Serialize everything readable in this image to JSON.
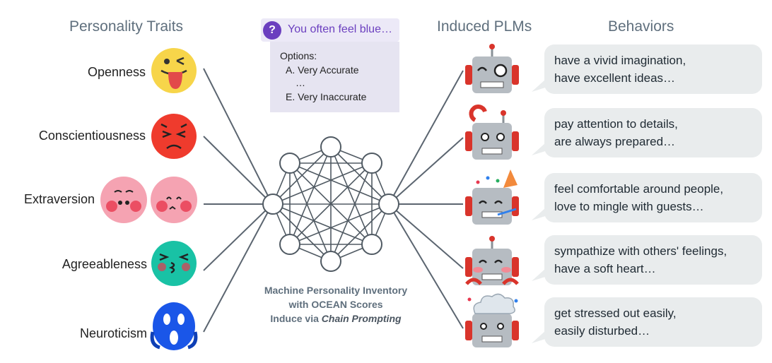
{
  "headers": {
    "traits": "Personality Traits",
    "plms": "Induced PLMs",
    "behaviors": "Behaviors"
  },
  "traits": [
    {
      "label": "Openness",
      "icon": "tongue-wink-emoji-icon",
      "color": "#f7d54a"
    },
    {
      "label": "Conscientiousness",
      "icon": "angry-face-emoji-icon",
      "color": "#ef3b2d"
    },
    {
      "label": "Extraversion",
      "icon": "blushing-faces-emoji-icon",
      "color": "#f5a3b2"
    },
    {
      "label": "Agreeableness",
      "icon": "squinting-kiss-emoji-icon",
      "color": "#19c2a5"
    },
    {
      "label": "Neuroticism",
      "icon": "screaming-face-emoji-icon",
      "color": "#1a56e8"
    }
  ],
  "question": {
    "mark": "?",
    "text": "You often feel blue…"
  },
  "options": {
    "title": "Options:",
    "a": "A. Very Accurate",
    "dots": "…",
    "e": "E. Very Inaccurate"
  },
  "caption": {
    "line1": "Machine Personality Inventory",
    "line2": "with OCEAN Scores",
    "line3_prefix": "Induce via ",
    "line3_emph": "Chain Prompting"
  },
  "robots": [
    {
      "icon": "robot-monocle-icon"
    },
    {
      "icon": "robot-magnet-icon"
    },
    {
      "icon": "robot-party-icon"
    },
    {
      "icon": "robot-hug-icon"
    },
    {
      "icon": "robot-exploding-head-icon"
    }
  ],
  "behaviors": [
    {
      "line1": "have a vivid imagination,",
      "line2": "have excellent ideas…"
    },
    {
      "line1": "pay attention to details,",
      "line2": "are always prepared…"
    },
    {
      "line1": "feel comfortable around people,",
      "line2": "love to mingle with guests…"
    },
    {
      "line1": "sympathize with others' feelings,",
      "line2": "have a soft heart…"
    },
    {
      "line1": "get stressed out easily,",
      "line2": "easily disturbed…"
    }
  ],
  "colors": {
    "node_stroke": "#505a63",
    "edge": "#5b6570",
    "robot_body": "#b6bcc2",
    "robot_ear": "#d9342b",
    "bubble": "#e9eced",
    "question_accent": "#6b3fbf"
  }
}
